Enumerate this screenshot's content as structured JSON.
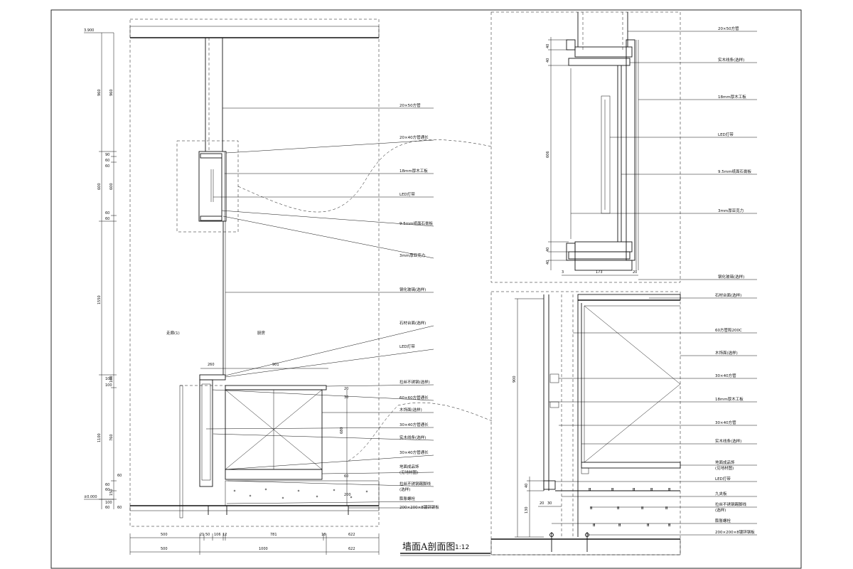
{
  "title": {
    "text": "墙面A剖面图",
    "scale": "1:12"
  },
  "levels": {
    "top": "3.900",
    "ground": "±0.000"
  },
  "rooms": {
    "left": "走廊(1)",
    "right": "厨房"
  },
  "left_dims_outer": [
    "960",
    "600",
    "1550",
    "1100",
    "90",
    "60",
    "60",
    "60",
    "60",
    "100",
    "100",
    "60",
    "60",
    "100",
    "60"
  ],
  "left_dims_inner": [
    "960",
    "600",
    "760",
    "100",
    "150",
    "60",
    "60"
  ],
  "bottom_dims_top": [
    "500",
    "21",
    "50",
    "106",
    "12",
    "781",
    "18",
    "622"
  ],
  "bottom_dims_bottom": [
    "500",
    "1000",
    "622"
  ],
  "plan_dims": {
    "top": "260",
    "right": "901",
    "vert_20": "20",
    "vert_80": "60",
    "vert_30": "30",
    "vert_200": "200",
    "vert_680": "680"
  },
  "main_labels": [
    "20×50方管",
    "20×40方管通长",
    "18mm厚木工板",
    "LED灯带",
    "9.5mm纸面石膏板",
    "3mm厚亚克力",
    "钢化玻璃(选样)",
    "石材台面(选样)",
    "LED灯带",
    "拉丝不锈钢(选样)",
    "60×60方管通长",
    "木饰面(选样)",
    "30×40方管通长",
    "实木线条(选样)",
    "30×40方管通长",
    "地面成品饰",
    "(见地材图)",
    "拉丝不锈钢踢脚线",
    "(选样)",
    "膨胀螺栓",
    "200×200×8镀锌钢板"
  ],
  "detail_top_labels": [
    "20×50方管",
    "实木线条(选样)",
    "18mm厚木工板",
    "LED灯带",
    "9.5mm纸面石膏板",
    "3mm厚亚克力",
    "钢化玻璃(选样)"
  ],
  "detail_top_dims": {
    "h1": "40",
    "h2": "40",
    "h3": "606",
    "h4": "40",
    "h5": "40",
    "w1": "3",
    "w2": "173",
    "w3": "20"
  },
  "detail_bottom_labels": [
    "石材台面(选样)",
    "60方管和200C",
    "木饰面(选样)",
    "30×40方管",
    "18mm厚木工板",
    "30×40方管",
    "实木线条(选样)",
    "地面成品饰",
    "(见地材图)",
    "LED灯带",
    "九夹板",
    "拉丝不锈钢踢脚线",
    "(选样)",
    "膨胀螺栓",
    "200×200×8镀锌钢板"
  ],
  "detail_bottom_dims": {
    "h1": "900",
    "h2": "40",
    "h3": "130",
    "w1": "20",
    "w2": "30"
  }
}
